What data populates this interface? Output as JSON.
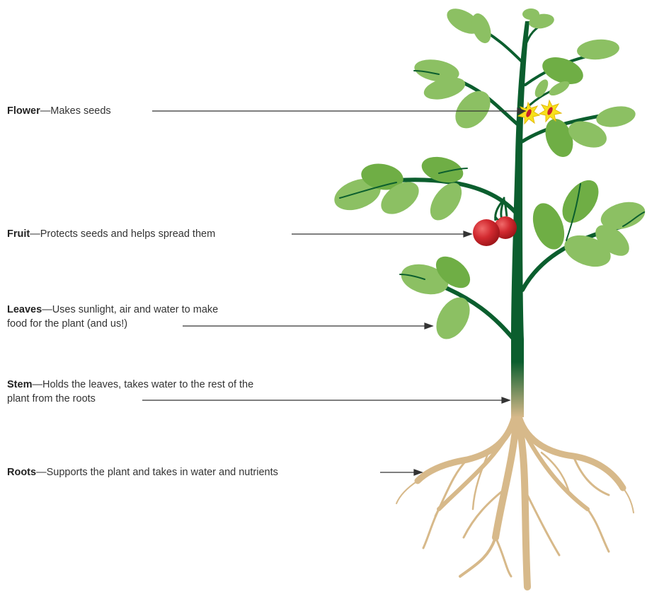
{
  "diagram": {
    "colors": {
      "stem": "#0b5e2e",
      "leaf_light": "#8cc063",
      "leaf_mid": "#6fae45",
      "fruit": "#c8232c",
      "flower": "#f7e11b",
      "root": "#d7b98a",
      "line": "#333333"
    },
    "parts": [
      {
        "id": "flower",
        "name": "Flower",
        "description": "Makes seeds",
        "lines": []
      },
      {
        "id": "fruit",
        "name": "Fruit",
        "description": "Protects seeds and helps spread them",
        "lines": []
      },
      {
        "id": "leaves",
        "name": "Leaves",
        "description": "Uses sunlight, air and water to make",
        "line2": "food for the plant (and us!)"
      },
      {
        "id": "stem",
        "name": "Stem",
        "description": "Holds the leaves, takes water to the rest of the",
        "line2": "plant from the roots"
      },
      {
        "id": "roots",
        "name": "Roots",
        "description": "Supports the plant and takes in water and nutrients"
      }
    ]
  }
}
